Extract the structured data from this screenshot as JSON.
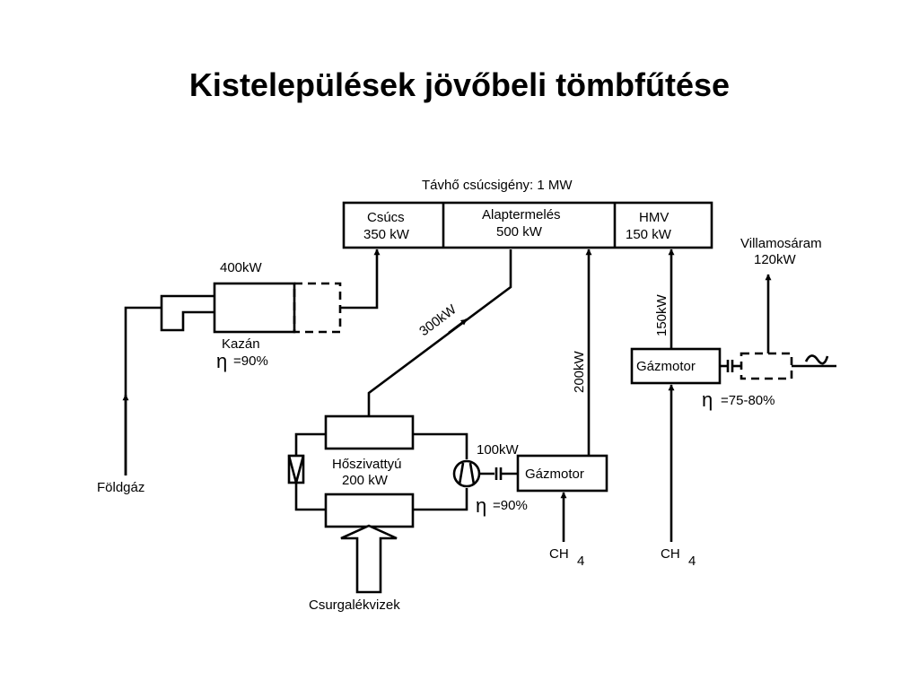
{
  "title": "Kistelepülések jövőbeli tömbfűtése",
  "diagram": {
    "demand_header": "Távhő csúcsigény:  1 MW",
    "peak_box": {
      "label": "Csúcs",
      "value": "350 kW"
    },
    "base_box": {
      "label": "Alaptermelés",
      "value": "500 kW"
    },
    "hmv_box": {
      "label": "HMV",
      "value": "150 kW"
    },
    "boiler": {
      "power": "400kW",
      "name": "Kazán",
      "eta_symbol": "η",
      "efficiency": "=90%"
    },
    "natural_gas": "Földgáz",
    "heat_pump": {
      "name": "Hőszivattyú",
      "power": "200 kW",
      "output_flow": "300kW",
      "source": "Csurgalékvizek"
    },
    "gas_motor_1": {
      "name": "Gázmotor",
      "shaft_power": "100kW",
      "heat_flow": "200kW",
      "eta_symbol": "η",
      "efficiency": "=90%",
      "fuel": "CH",
      "fuel_sub": "4"
    },
    "gas_motor_2": {
      "name": "Gázmotor",
      "heat_flow": "150kW",
      "eta_symbol": "η",
      "efficiency": "=75-80%",
      "fuel": "CH",
      "fuel_sub": "4"
    },
    "electricity": {
      "name": "Villamosáram",
      "power": "120kW"
    },
    "icons": [
      "arrow-up-icon",
      "pump-icon",
      "valve-icon",
      "generator-icon",
      "coupling-icon"
    ]
  }
}
